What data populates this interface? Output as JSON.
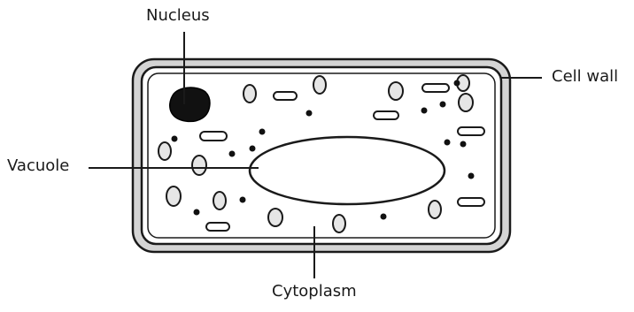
{
  "labels": {
    "nucleus": "Nucleus",
    "cell_wall": "Cell wall",
    "vacuole": "Vacuole",
    "cytoplasm": "Cytoplasm"
  },
  "colors": {
    "wall_fill": "#d4d4d4",
    "outline": "#1a1a1a",
    "organelle_fill": "#e6e6e6",
    "nucleus_fill": "#111111",
    "background": "#ffffff"
  }
}
